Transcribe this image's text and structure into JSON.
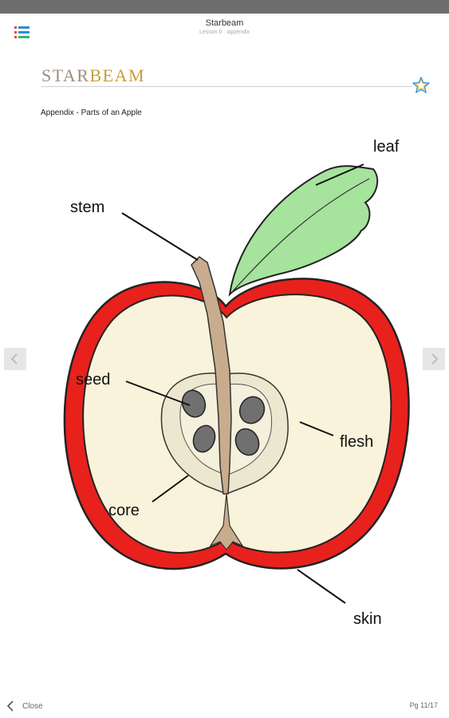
{
  "header": {
    "title": "Starbeam",
    "subtitle": "Lesson 6 · appendix"
  },
  "logo": {
    "part1": "STAR",
    "part2": "BEAM"
  },
  "page": {
    "heading": "Appendix - Parts of an Apple"
  },
  "diagram": {
    "labels": {
      "leaf": "leaf",
      "stem": "stem",
      "seed": "seed",
      "flesh": "flesh",
      "core": "core",
      "skin": "skin"
    }
  },
  "footer": {
    "close_label": "Close",
    "page_indicator": "Pg 11/17"
  },
  "icons": {
    "toc": "list-icon",
    "bookmark": "star-bookmark-icon",
    "prev": "chevron-left-icon",
    "next": "chevron-right-icon",
    "close": "chevron-left-icon"
  },
  "colors": {
    "accent_gold": "#c89d39",
    "apple_skin": "#e8211d",
    "apple_flesh": "#f8f3da",
    "leaf": "#a6e39d"
  }
}
